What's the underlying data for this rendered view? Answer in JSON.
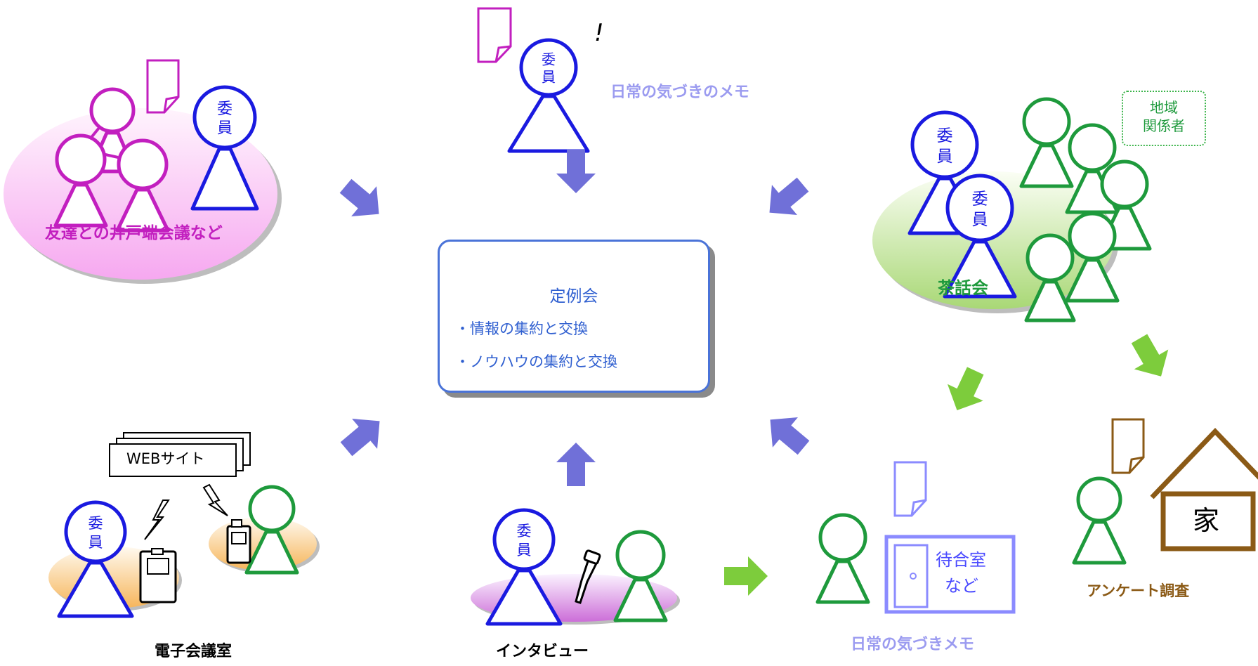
{
  "center": {
    "title": "定例会",
    "items": [
      "・情報の集約と交換",
      "・ノウハウの集約と交換"
    ]
  },
  "scenes": {
    "memo_top": "日常の気づきのメモ",
    "idobata": "友達との井戸端会議など",
    "chawakai": "茶話会",
    "local_tag": [
      "地域",
      "関係者"
    ],
    "enquete": "アンケート調査",
    "memo_bottom": "日常の気づきメモ",
    "interview": "インタビュー",
    "e_meeting": "電子会議室"
  },
  "badges": {
    "committee": [
      "委",
      "員"
    ],
    "exclamation": "!",
    "website": "WEBサイト",
    "house": "家",
    "waiting_room": [
      "待合室",
      "など"
    ]
  },
  "colors": {
    "committee": "#1a1ae0",
    "friends": "#c21fbf",
    "local": "#1e9a3c",
    "arrow_blue": "#7070d8",
    "arrow_green": "#7dcc3c",
    "house": "#8b5a16",
    "center": "#2f5fd0"
  }
}
